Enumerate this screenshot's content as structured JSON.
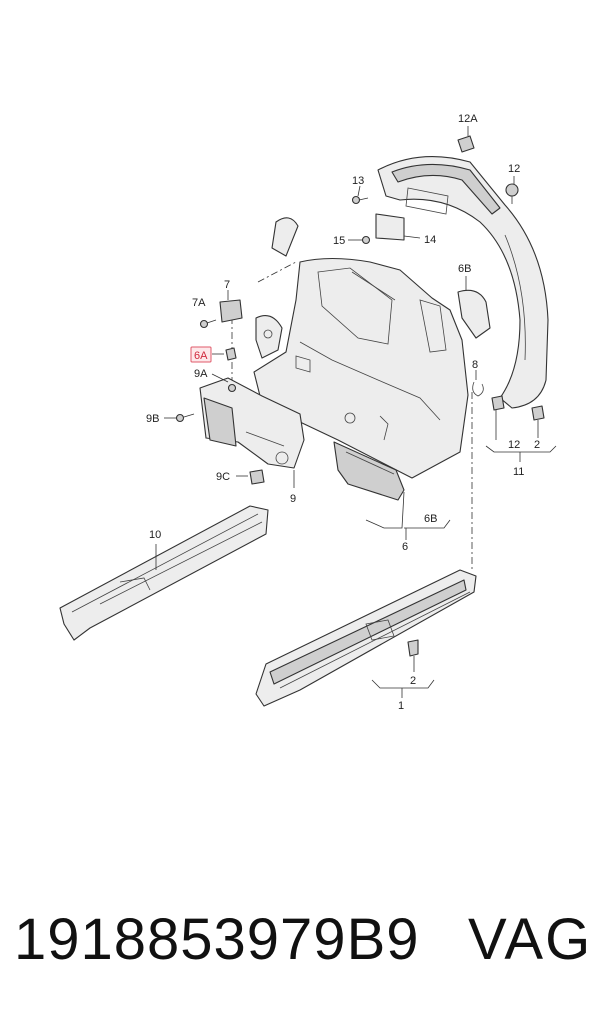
{
  "labels": {
    "l12A": "12A",
    "l12": "12",
    "l13": "13",
    "l15": "15",
    "l14": "14",
    "l6B_top": "6B",
    "l7": "7",
    "l7A": "7A",
    "l6A": "6A",
    "l9A": "9A",
    "l8": "8",
    "l9B": "9B",
    "l12_bottom": "12",
    "l2_right": "2",
    "l11": "11",
    "l9C": "9C",
    "l9": "9",
    "l6B_bottom": "6B",
    "l6": "6",
    "l10": "10",
    "l2_bottom": "2",
    "l1": "1"
  },
  "highlight": {
    "color": "#e05a6a"
  },
  "footer": {
    "part_number": "1918853979B9",
    "brand": "VAG"
  }
}
